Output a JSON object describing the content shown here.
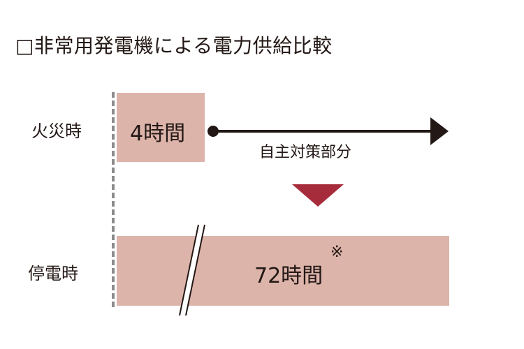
{
  "title": "□非常用発電機による電力供給比較",
  "rows": [
    {
      "label": "火災時",
      "bar_label": "4時間"
    },
    {
      "label": "停電時",
      "bar_label": "72時間",
      "note_mark": "※"
    }
  ],
  "arrow_label": "自主対策部分",
  "colors": {
    "bar_fill": "#dcb4aa",
    "down_arrow": "#a72c3b",
    "arrow": "#231815",
    "dashed_axis": "#8c8c8c"
  }
}
